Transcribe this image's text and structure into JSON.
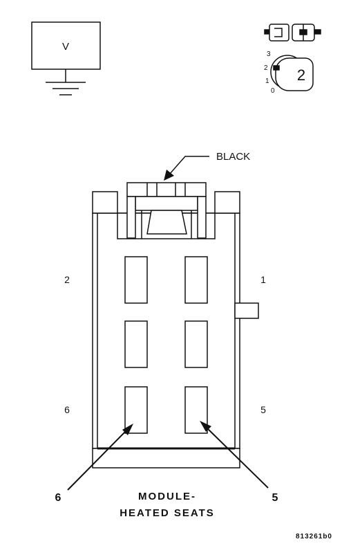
{
  "meter": {
    "symbol": "V"
  },
  "key_switch": {
    "positions": [
      "3",
      "2",
      "1",
      "0"
    ],
    "selected": "2"
  },
  "connector": {
    "color_label": "BLACK",
    "cavity_labels": {
      "top_left": "2",
      "top_right": "1",
      "bottom_left": "6",
      "bottom_right": "5"
    }
  },
  "callouts": {
    "left": "6",
    "right": "5"
  },
  "caption": {
    "line1": "MODULE-",
    "line2": "HEATED SEATS"
  },
  "figure_id": "813261b0",
  "colors": {
    "ink": "#111111",
    "background": "#ffffff"
  }
}
